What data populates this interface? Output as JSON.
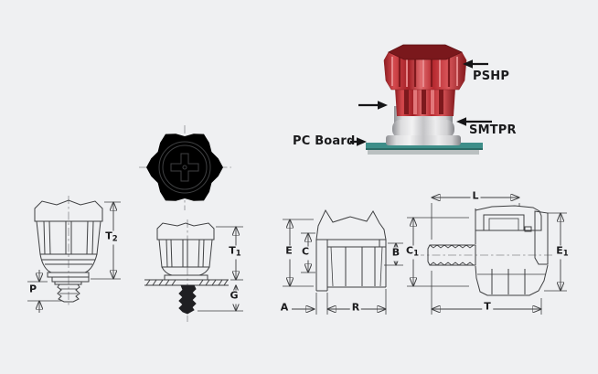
{
  "theme": {
    "background": "#eff0f2",
    "line": "#3f4042",
    "text": "#1b1b1d",
    "knob_red": "#c5383c",
    "knob_dark_red": "#7a181c",
    "retainer_silver": "#c7c7ca",
    "board_teal": "#3e8e89"
  },
  "photo": {
    "callouts": {
      "knob": "PSHP",
      "retainer": "SMTPR",
      "board": "PC Board"
    }
  },
  "drawings": {
    "free_knob_side_view": {
      "dims": {
        "t2": {
          "base": "T",
          "sub": "2"
        },
        "p": {
          "base": "P",
          "sub": ""
        }
      }
    },
    "installed_side_view": {
      "dims": {
        "t1": {
          "base": "T",
          "sub": "1"
        },
        "g": {
          "base": "G",
          "sub": ""
        }
      }
    },
    "retainer_section_view": {
      "dims": {
        "e": {
          "base": "E",
          "sub": ""
        },
        "c": {
          "base": "C",
          "sub": ""
        },
        "b": {
          "base": "B",
          "sub": ""
        },
        "a": {
          "base": "A",
          "sub": ""
        },
        "r": {
          "base": "R",
          "sub": ""
        }
      }
    },
    "assembly_section_view": {
      "dims": {
        "c1": {
          "base": "C",
          "sub": "1"
        },
        "l": {
          "base": "L",
          "sub": ""
        },
        "e1": {
          "base": "E",
          "sub": "1"
        },
        "t": {
          "base": "T",
          "sub": ""
        }
      }
    }
  }
}
